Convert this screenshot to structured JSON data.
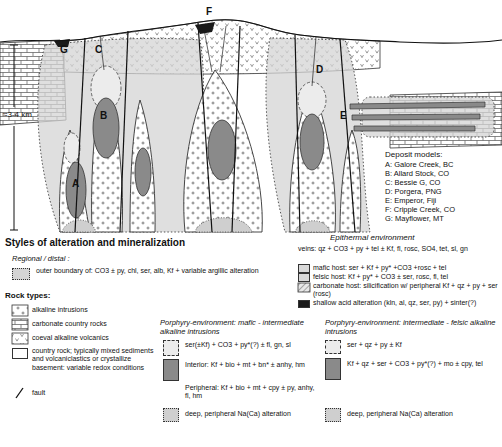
{
  "diagram": {
    "labels": [
      "≈3-4 km",
      "G",
      "C",
      "B",
      "A",
      "F",
      "D",
      "E",
      "Deposit models:",
      "A: Galore Creek, BC",
      "B: Allard Stock, CO",
      "C: Bessie G, CO",
      "D: Porgera, PNG",
      "E: Emperor, Fiji",
      "F: Cripple Creek, CO",
      "G: Mayflower, MT",
      "Epithermal environment",
      "veins: qz + CO3 + py + tel ± Kf, fl, rosc, SO4, tet, sl, gn",
      "Styles of alteration and mineralization",
      "Regional / distal :",
      "Rock types:",
      "Porphyry-environment: mafic - intermediate alkaline intrusions",
      "Peripheral: Kf + bio + mt + cpy ± py, anhy, fl, hm",
      "Porphyry-environment: intermediate - felsic alkaline intrusions"
    ],
    "legend": [
      {
        "text": "outer boundary of: CO3 ± py, chl, ser, alb, Kf + variable argillic alteration",
        "color": "#d4d4d4"
      },
      {
        "text": "alkaline intrusions"
      },
      {
        "text": "carbonate country rocks"
      },
      {
        "text": "coeval alkaline volcanics"
      },
      {
        "text": "country rock; typically mixed sediments and volcaniclastics or crystallize basement: variable redox conditions",
        "color": "#ffffff"
      },
      {
        "text": "fault"
      },
      {
        "text": "mafic host: ser + Kf + py* +CO3 +rosc + tel",
        "color": "#d9d9d9"
      },
      {
        "text": "felsic host: Kf + py* + CO3 ± ser, rosc, fl, tel",
        "color": "#d9d9d9"
      },
      {
        "text": "carbonate host: silicification w/ peripheral Kf + qz + py + ser (rosc)"
      },
      {
        "text": "shallow acid alteration (kln, al, qz, ser, py) + sinter(?)",
        "color": "#1a1a1a"
      },
      {
        "text": "ser(±Kf) + CO3 + py*(?) ± fl, gn, sl",
        "color": "#ececec"
      },
      {
        "text": "Interior: Kf + bio + mt + bn* ± anhy, hm",
        "color": "#8a8a8a"
      },
      {
        "text": "deep, peripheral Na(Ca) alteration",
        "color": "#cfcfcf"
      },
      {
        "text": "ser + qz + py ± Kf",
        "color": "#ececec"
      },
      {
        "text": "Kf + qz + ser + CO3 + py*(?) + mo ± cpy, tel",
        "color": "#8a8a8a"
      },
      {
        "text": "deep, peripheral Na(Ca) alteration",
        "color": "#cfcfcf"
      }
    ]
  }
}
